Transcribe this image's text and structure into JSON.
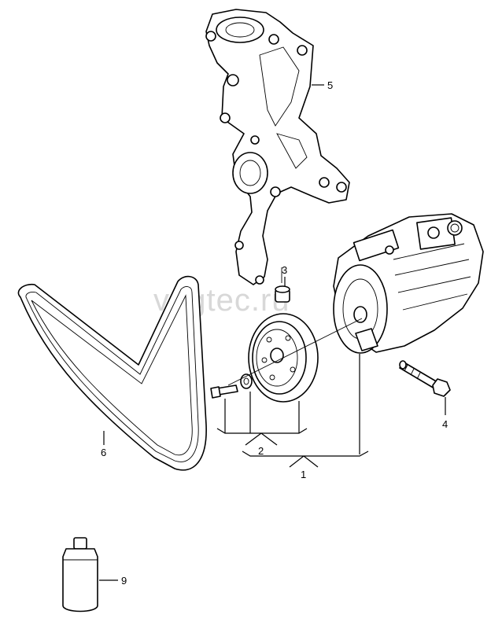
{
  "watermark": "vagtec.ru",
  "callouts": {
    "c1": "1",
    "c2": "2",
    "c3": "3",
    "c4": "4",
    "c5": "5",
    "c6": "6",
    "c9": "9"
  },
  "colors": {
    "line": "#000000",
    "background": "#ffffff",
    "watermark": "#d8d8d8"
  }
}
